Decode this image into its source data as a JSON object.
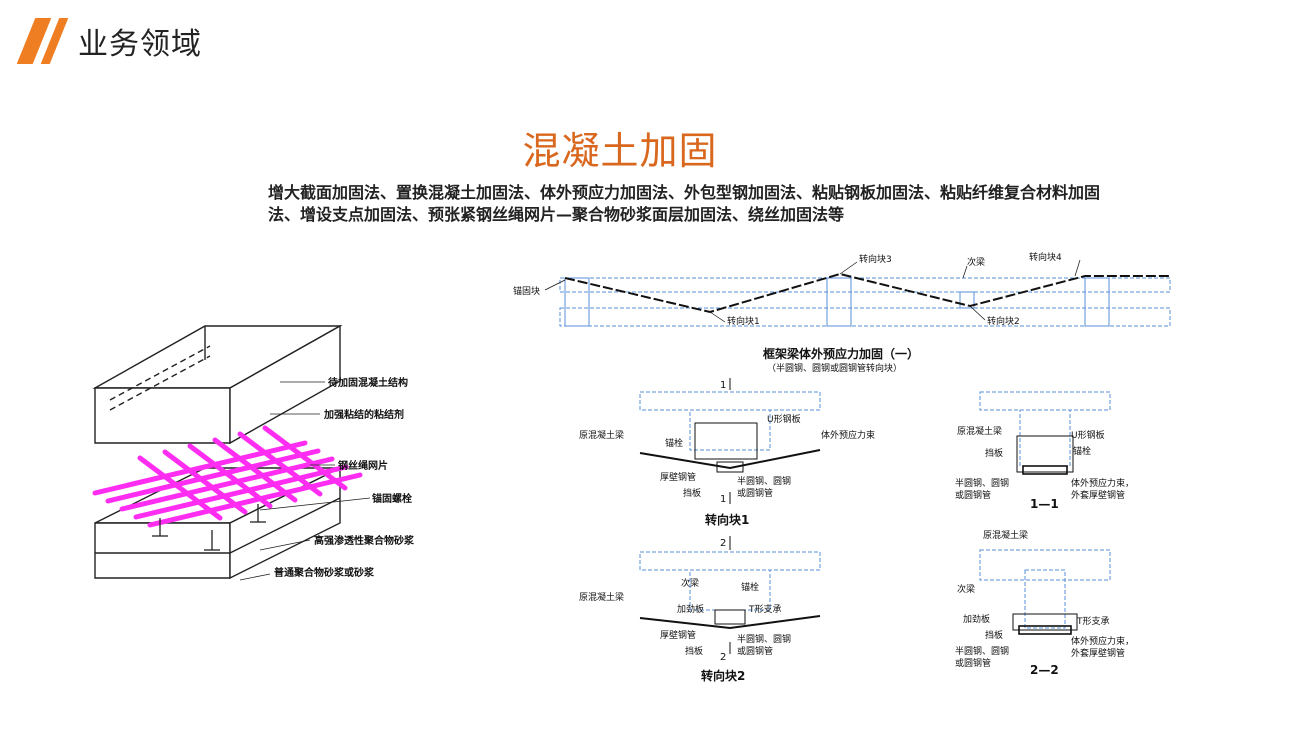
{
  "header": {
    "title": "业务领域"
  },
  "main": {
    "title": "混凝土加固",
    "description": "增大截面加固法、置换混凝土加固法、体外预应力加固法、外包型钢加固法、粘贴钢板加固法、粘贴纤维复合材料加固法、增设支点加固法、预张紧钢丝绳网片—聚合物砂浆面层加固法、绕丝加固法等"
  },
  "left_diagram": {
    "labels": [
      "待加固混凝土结构",
      "加强粘结的粘结剂",
      "钢丝绳网片",
      "锚固螺栓",
      "高强渗透性聚合物砂浆",
      "普通聚合物砂浆或砂浆"
    ],
    "mesh_color": "#ff2cf2"
  },
  "right_diagram": {
    "top": {
      "anchor": "锚固块",
      "block1": "转向块1",
      "block2": "转向块2",
      "block3": "转向块3",
      "block4": "转向块4",
      "secondary_beam": "次梁",
      "caption": "框架梁体外预应力加固（一）",
      "subcaption": "（半圆钢、圆钢或圆钢管转向块）"
    },
    "d1": {
      "section_mark": "1",
      "orig_beam": "原混凝土梁",
      "anchor_bolt": "锚栓",
      "u_plate": "U形钢板",
      "tendon": "体外预应力束",
      "thick_pipe": "厚壁钢管",
      "baffle": "挡板",
      "round_a": "半圆钢、圆钢",
      "round_b": "或圆钢管",
      "caption": "转向块1"
    },
    "d11": {
      "orig_beam": "原混凝土梁",
      "u_plate": "U形钢板",
      "baffle": "挡板",
      "anchor_bolt": "锚栓",
      "round_a": "半圆钢、圆钢",
      "round_b": "或圆钢管",
      "tendon_a": "体外预应力束，",
      "tendon_b": "外套厚壁钢管",
      "caption": "1—1"
    },
    "d2": {
      "section_mark": "2",
      "secondary_beam": "次梁",
      "anchor_bolt": "锚栓",
      "orig_beam": "原混凝土梁",
      "stiffener": "加劲板",
      "t_support": "T形支承",
      "thick_pipe": "厚壁钢管",
      "baffle": "挡板",
      "round_a": "半圆钢、圆钢",
      "round_b": "或圆钢管",
      "caption": "转向块2"
    },
    "d22": {
      "orig_beam": "原混凝土梁",
      "secondary_beam": "次梁",
      "stiffener": "加劲板",
      "t_support": "T形支承",
      "baffle": "挡板",
      "tendon_a": "体外预应力束，",
      "tendon_b": "外套厚壁钢管",
      "round_a": "半圆钢、圆钢",
      "round_b": "或圆钢管",
      "caption": "2—2"
    }
  }
}
